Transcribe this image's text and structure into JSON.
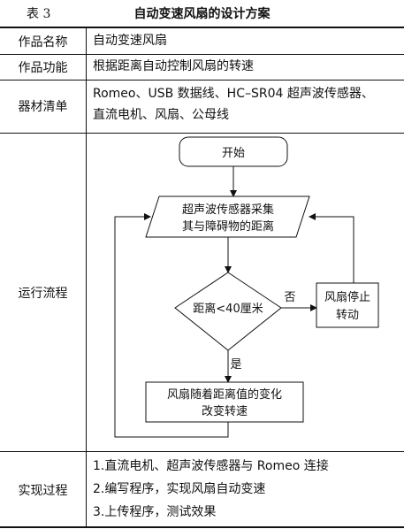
{
  "caption": {
    "number": "表 3",
    "title": "自动变速风扇的设计方案"
  },
  "rows": [
    {
      "label": "作品名称",
      "value": "自动变速风扇"
    },
    {
      "label": "作品功能",
      "value": "根据距离自动控制风扇的转速"
    },
    {
      "label": "器材清单",
      "lines": [
        "Romeo、USB 数据线、HC–SR04 超声波传感器、",
        "直流电机、风扇、公母线"
      ]
    },
    {
      "label": "运行流程"
    },
    {
      "label": "实现过程",
      "lines": [
        "1.直流电机、超声波传感器与 Romeo 连接",
        "2.编写程序，实现风扇自动变速",
        "3.上传程序，测试效果"
      ]
    }
  ],
  "flowchart": {
    "start": "开始",
    "input_line1": "超声波传感器采集",
    "input_line2": "其与障碍物的距离",
    "decision": "距离<40厘米",
    "no_label": "否",
    "stop_line1": "风扇停止",
    "stop_line2": "转动",
    "yes_label": "是",
    "change_line1": "风扇随着距离值的变化",
    "change_line2": "改变转速"
  }
}
